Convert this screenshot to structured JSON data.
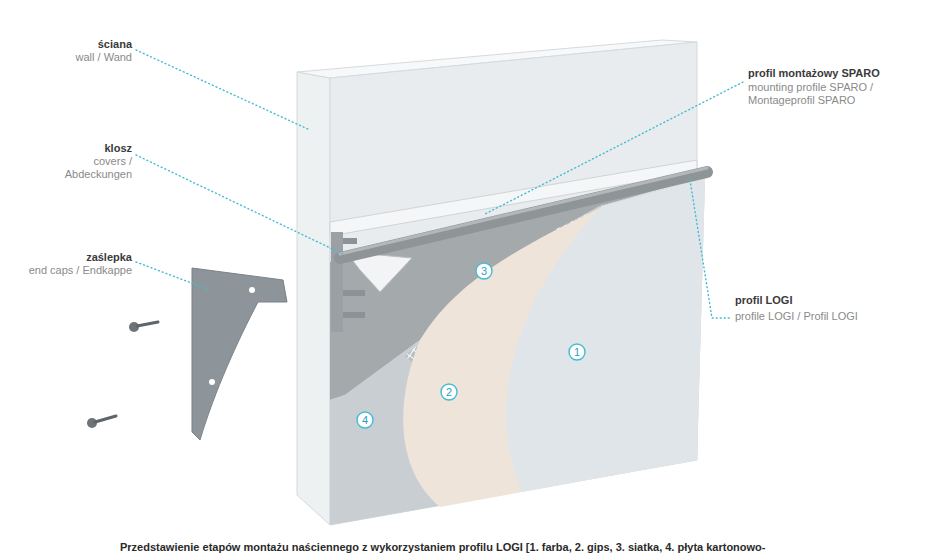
{
  "diagram": {
    "caption": "Przedstawienie etapów montażu naściennego z wykorzystaniem profilu LOGI [1. farba, 2. gips, 3. siatka, 4. płyta kartonowo-",
    "labels": [
      "ściana",
      "wall / Wand",
      "klosz",
      "covers / Abdeckungen",
      "zaślepka",
      "end caps / Endkappe",
      "profil montażowy SPARO",
      "mounting profile SPARO / Montageprofil SPARO",
      "profil LOGI",
      "profile LOGI / Profil LOGI",
      "1",
      "2",
      "3",
      "4"
    ]
  }
}
